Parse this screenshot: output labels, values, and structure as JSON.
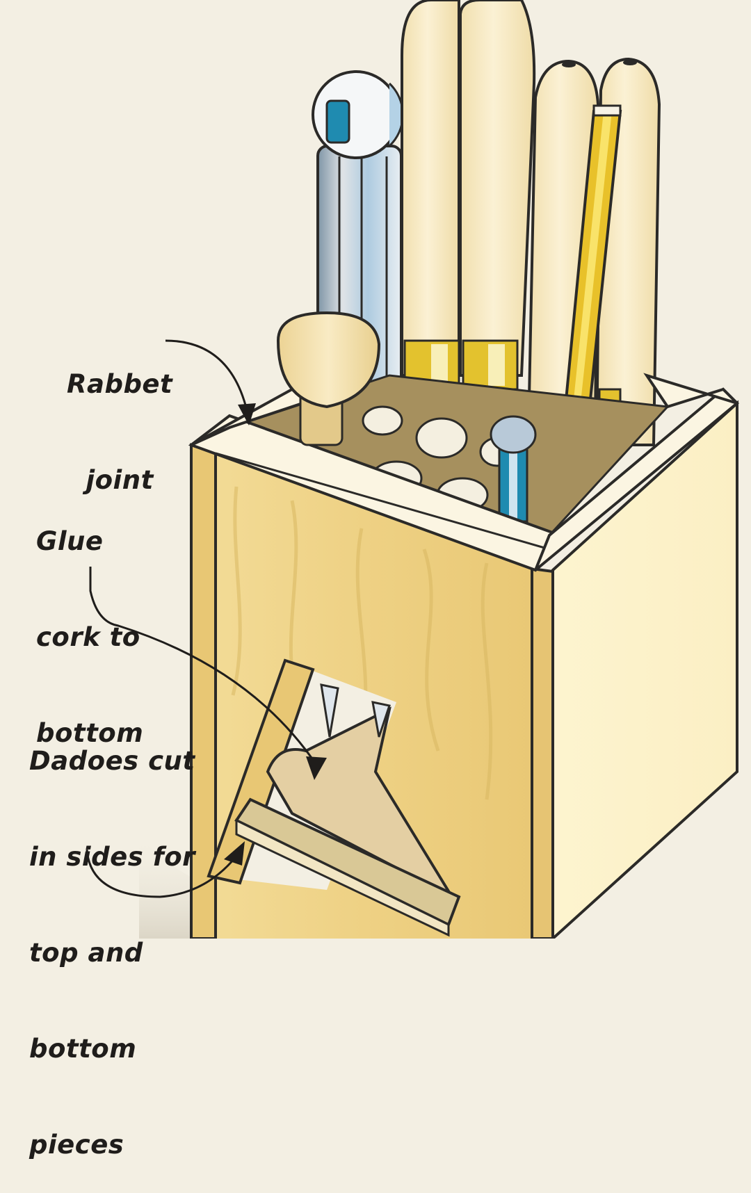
{
  "illustration": {
    "subject": "Tool holder box with rabbeted top, drilled cork-lined holes holding tool handles",
    "colors": {
      "background": "#f3efe3",
      "wood_front": "#f0d78c",
      "wood_side": "#fbf2cc",
      "wood_end_grain": "#e8c774",
      "rim": "#fbf5e2",
      "cork": "#a6905e",
      "outline": "#2b2a28",
      "handle_wood": "#f6e6b6",
      "ferrule": "#e3c22e",
      "steel": "#b7cfdf",
      "blue_accent": "#1f8bb0",
      "callout_text": "#1f1d1b"
    }
  },
  "callouts": [
    {
      "id": "rabbet",
      "lines": [
        "Rabbet",
        "joint"
      ]
    },
    {
      "id": "glue",
      "lines": [
        "Glue",
        "cork to",
        "bottom"
      ]
    },
    {
      "id": "dadoes",
      "lines": [
        "Dadoes cut",
        "in sides for",
        "top and",
        "bottom",
        "pieces"
      ]
    }
  ]
}
